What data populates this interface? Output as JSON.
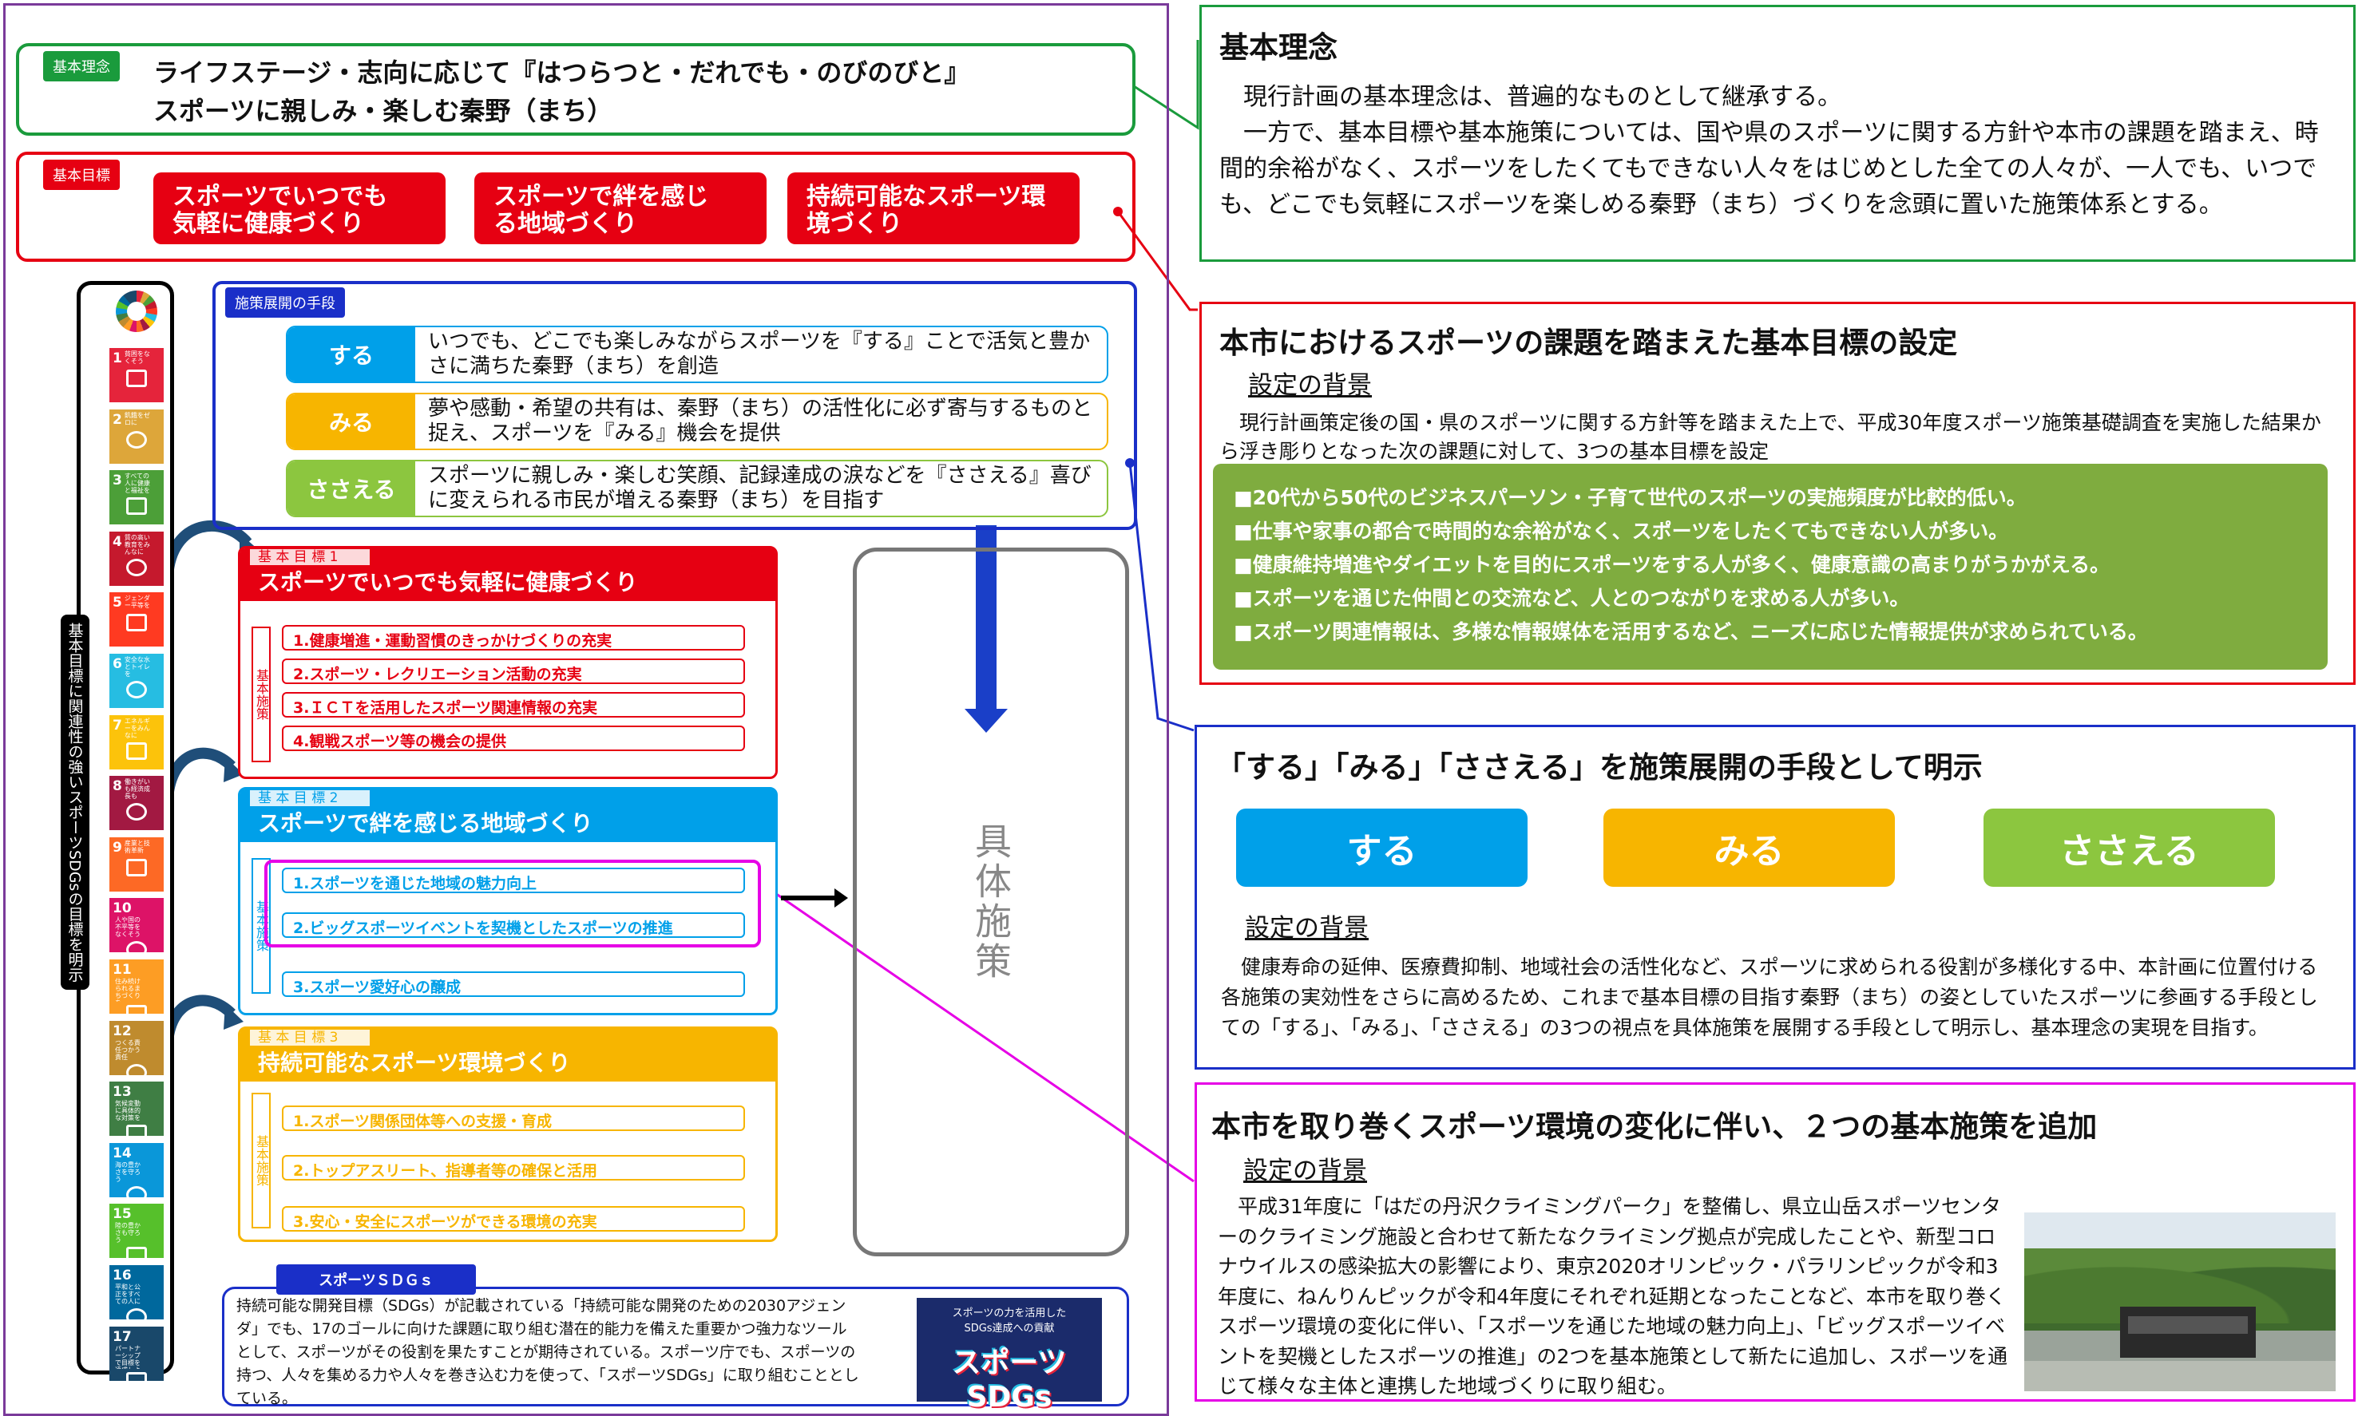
{
  "principle": {
    "tag": "基本理念",
    "line1": "ライフステージ・志向に応じて『はつらつと・だれでも・のびのびと』",
    "line2": "スポーツに親しみ・楽しむ秦野（まち）"
  },
  "goals_row": {
    "tag": "基本目標",
    "goal1_a": "スポーツでいつでも",
    "goal1_b": "気軽に健康づくり",
    "goal2_a": "スポーツで絆を感じ",
    "goal2_b": "る地域づくり",
    "goal3_a": "持続可能なスポーツ環",
    "goal3_b": "境づくり"
  },
  "means": {
    "tag": "施策展開の手段",
    "modes": [
      {
        "label": "する",
        "text": "いつでも、どこでも楽しみながらスポーツを『する』ことで活気と豊かさに満ちた秦野（まち）を創造"
      },
      {
        "label": "みる",
        "text": "夢や感動・希望の共有は、秦野（まち）の活性化に必ず寄与するものと捉え、スポーツを『みる』機会を提供"
      },
      {
        "label": "ささえる",
        "text": "スポーツに親しみ・楽しむ笑顔、記録達成の涙などを『ささえる』喜びに変えられる市民が増える秦野（まち）を目指す"
      }
    ]
  },
  "sdg_bar_label": "基本目標に関連性の強いスポーツSDGsの目標を明示",
  "sdgs": [
    {
      "n": "1",
      "t": "貧困をなくそう",
      "c": "#e5243b"
    },
    {
      "n": "2",
      "t": "飢餓をゼロに",
      "c": "#dda63a"
    },
    {
      "n": "3",
      "t": "すべての人に健康と福祉を",
      "c": "#4c9f38"
    },
    {
      "n": "4",
      "t": "質の高い教育をみんなに",
      "c": "#c5192d"
    },
    {
      "n": "5",
      "t": "ジェンダー平等を",
      "c": "#ff3a21"
    },
    {
      "n": "6",
      "t": "安全な水とトイレを",
      "c": "#26bde2"
    },
    {
      "n": "7",
      "t": "エネルギーをみんなに",
      "c": "#fcc30b"
    },
    {
      "n": "8",
      "t": "働きがいも経済成長も",
      "c": "#a21942"
    },
    {
      "n": "9",
      "t": "産業と技術革新",
      "c": "#fd6925"
    },
    {
      "n": "10",
      "t": "人や国の不平等をなくそう",
      "c": "#dd1367"
    },
    {
      "n": "11",
      "t": "住み続けられるまちづくりを",
      "c": "#fd9d24"
    },
    {
      "n": "12",
      "t": "つくる責任つかう責任",
      "c": "#bf8b2e"
    },
    {
      "n": "13",
      "t": "気候変動に具体的な対策を",
      "c": "#3f7e44"
    },
    {
      "n": "14",
      "t": "海の豊かさを守ろう",
      "c": "#0a97d9"
    },
    {
      "n": "15",
      "t": "陸の豊かさも守ろう",
      "c": "#56c02b"
    },
    {
      "n": "16",
      "t": "平和と公正をすべての人に",
      "c": "#00689d"
    },
    {
      "n": "17",
      "t": "パートナーシップで目標を達成しよう",
      "c": "#19486a"
    }
  ],
  "goal1": {
    "small": "基 本 目 標 1",
    "title": "スポーツでいつでも気軽に健康づくり",
    "side": "基本施策",
    "items": [
      "1.健康増進・運動習慣のきっかけづくりの充実",
      "2.スポーツ・レクリエーション活動の充実",
      "3.ＩＣＴを活用したスポーツ関連情報の充実",
      "4.観戦スポーツ等の機会の提供"
    ]
  },
  "goal2": {
    "small": "基 本 目 標 2",
    "title": "スポーツで絆を感じる地域づくり",
    "side": "基本施策",
    "items": [
      "1.スポーツを通じた地域の魅力向上",
      "2.ビッグスポーツイベントを契機としたスポーツの推進",
      "3.スポーツ愛好心の醸成"
    ]
  },
  "goal3": {
    "small": "基 本 目 標 3",
    "title": "持続可能なスポーツ環境づくり",
    "side": "基本施策",
    "items": [
      "1.スポーツ関係団体等への支援・育成",
      "2.トップアスリート、指導者等の確保と活用",
      "3.安心・安全にスポーツができる環境の充実"
    ]
  },
  "concrete": "具体施策",
  "sports_sdgs": {
    "tag": "スポーツＳＤＧｓ",
    "text": "持続可能な開発目標（SDGs）が記載されている「持続可能な開発のための2030アジェンダ」でも、17のゴールに向けた課題に取り組む潜在的能力を備えた重要かつ強力なツールとして、スポーツがその役割を果たすことが期待されている。スポーツ庁でも、スポーツの持つ、人々を集める力や人々を巻き込む力を使って、「スポーツSDGs」に取り組むこととしている。",
    "logo_small_1": "スポーツの力を活用した",
    "logo_small_2": "SDGs達成への貢献",
    "logo_big": "スポーツSDGs"
  },
  "panel1": {
    "title": "基本理念",
    "p1": "　現行計画の基本理念は、普遍的なものとして継承する。",
    "p2": "　一方で、基本目標や基本施策については、国や県のスポーツに関する方針や本市の課題を踏まえ、時間的余裕がなく、スポーツをしたくてもできない人々をはじめとした全ての人々が、一人でも、いつでも、どこでも気軽にスポーツを楽しめる秦野（まち）づくりを念頭に置いた施策体系とする。"
  },
  "panel2": {
    "title": "本市におけるスポーツの課題を踏まえた基本目標の設定",
    "sub": "設定の背景",
    "text": "　現行計画策定後の国・県のスポーツに関する方針等を踏まえた上で、平成30年度スポーツ施策基礎調査を実施した結果から浮き彫りとなった次の課題に対して、3つの基本目標を設定",
    "bullets": [
      "■20代から50代のビジネスパーソン・子育て世代のスポーツの実施頻度が比較的低い。",
      "■仕事や家事の都合で時間的な余裕がなく、スポーツをしたくてもできない人が多い。",
      "■健康維持増進やダイエットを目的にスポーツをする人が多く、健康意識の高まりがうかがえる。",
      "■スポーツを通じた仲間との交流など、人とのつながりを求める人が多い。",
      "■スポーツ関連情報は、多様な情報媒体を活用するなど、ニーズに応じた情報提供が求められている。"
    ]
  },
  "panel3": {
    "title": "「する」「みる」「ささえる」を施策展開の手段として明示",
    "pills": [
      "する",
      "みる",
      "ささえる"
    ],
    "sub": "設定の背景",
    "text": "　健康寿命の延伸、医療費抑制、地域社会の活性化など、スポーツに求められる役割が多様化する中、本計画に位置付ける各施策の実効性をさらに高めるため、これまで基本目標の目指す秦野（まち）の姿としていたスポーツに参画する手段としての「する」、「みる」、「ささえる」の3つの視点を具体施策を展開する手段として明示し、基本理念の実現を目指す。"
  },
  "panel4": {
    "title": "本市を取り巻くスポーツ環境の変化に伴い、２つの基本施策を追加",
    "sub": "設定の背景",
    "text": "　平成31年度に「はだの丹沢クライミングパーク」を整備し、県立山岳スポーツセンターのクライミング施設と合わせて新たなクライミング拠点が完成したことや、新型コロナウイルスの感染拡大の影響により、東京2020オリンピック・パラリンピックが令和3年度に、ねんりんピックが令和4年度にそれぞれ延期となったことなど、本市を取り巻くスポーツ環境の変化に伴い、「スポーツを通じた地域の魅力向上」、「ビッグスポーツイベントを契機としたスポーツの推進」の2つを基本施策として新たに追加し、スポーツを通じて様々な主体と連携した地域づくりに取り組む。"
  },
  "colors": {
    "green": "#1a9b3c",
    "red": "#e60012",
    "blue": "#1a2fc8",
    "cyan": "#00a0e9",
    "yellow": "#f7b500",
    "lime": "#8cc63f",
    "magenta": "#e600e6",
    "olive": "#7fac3f",
    "purple": "#7a3a9a"
  }
}
